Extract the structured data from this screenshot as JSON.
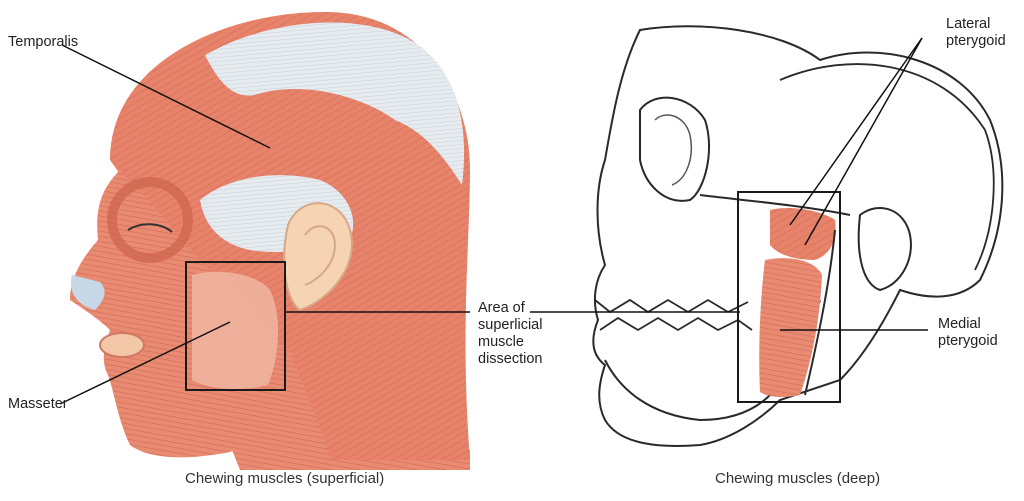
{
  "labels": {
    "temporalis": "Temporalis",
    "masseter": "Masseter",
    "area_of_dissection": "Area of\nsuperlicial\nmuscle\ndissection",
    "lateral_pterygoid": "Lateral\npterygoid",
    "medial_pterygoid": "Medial\npterygoid"
  },
  "captions": {
    "left": "Chewing muscles (superficial)",
    "right": "Chewing muscles (deep)"
  },
  "colors": {
    "muscle": "#e8836b",
    "muscle_dark": "#c9604a",
    "tendon": "#dfe6ec",
    "skin": "#f5d3b3",
    "bone_line": "#2a2a2a"
  }
}
